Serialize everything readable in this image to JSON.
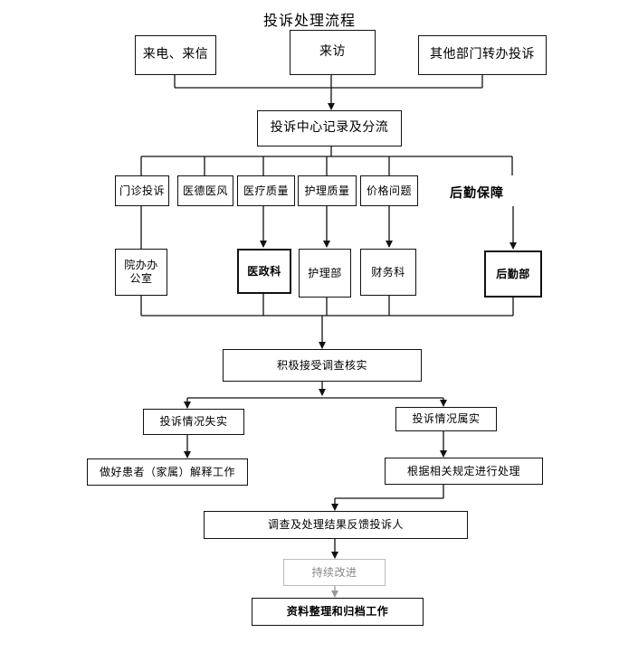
{
  "title": "投诉处理流程",
  "sources": {
    "letters": "来电、来信",
    "visit": "来访",
    "transfer": "其他部门转办投诉"
  },
  "center": "投诉中心记录及分流",
  "categories": {
    "outpatient": "门诊投诉",
    "ethics": "医德医风",
    "quality": "医疗质量",
    "nursing": "护理质量",
    "price": "价格问题",
    "logistics": "后勤保障"
  },
  "departments": {
    "office": "院办办公室",
    "medical": "医政科",
    "nursing": "护理部",
    "finance": "财务科",
    "logistics": "后勤部"
  },
  "investigate": "积极接受调查核实",
  "outcomes": {
    "false": "投诉情况失实",
    "true": "投诉情况属实"
  },
  "actions": {
    "explain": "做好患者（家属）解释工作",
    "handle": "根据相关规定进行处理"
  },
  "feedback": "调查及处理结果反馈投诉人",
  "improve": "持续改进",
  "archive": "资料整理和归档工作"
}
